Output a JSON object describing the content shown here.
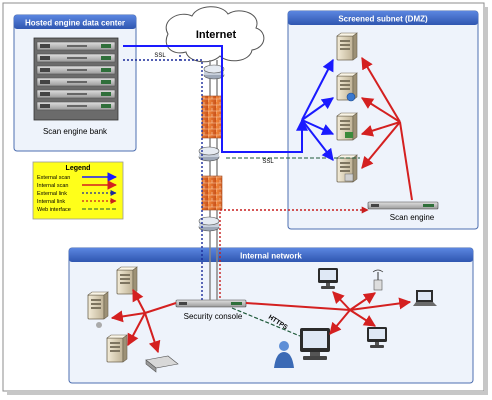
{
  "colors": {
    "zone_header_fill": "#3b67c9",
    "zone_body_fill": "#eef3fb",
    "zone_border": "#4e6fb0",
    "external_scan": "#1a1aff",
    "internal_scan": "#d42020",
    "external_link": "#1a2a9a",
    "internal_link": "#c81e1e",
    "web_interface": "#1f5a3a",
    "legend_bg": "#ffff1a",
    "firewall": "#e56f2a"
  },
  "zones": {
    "datacenter": {
      "title": "Hosted engine data center",
      "caption": "Scan engine bank"
    },
    "dmz": {
      "title": "Screened subnet (DMZ)",
      "caption": "Scan engine"
    },
    "internal": {
      "title": "Internal network",
      "caption": "Security console"
    }
  },
  "cloud": {
    "label": "Internet"
  },
  "links": {
    "ssl_top": "SSL",
    "ssl_mid": "SSL",
    "https": "HTTPS"
  },
  "legend": {
    "title": "Legend",
    "items": [
      {
        "label": "External scan",
        "style": "external_scan"
      },
      {
        "label": "Internal scan",
        "style": "internal_scan"
      },
      {
        "label": "External link",
        "style": "external_link"
      },
      {
        "label": "Internal link",
        "style": "internal_link"
      },
      {
        "label": "Web interface",
        "style": "web_interface"
      }
    ]
  },
  "icons": {
    "server": "server-icon",
    "workstation": "workstation-icon",
    "laptop": "laptop-icon",
    "wireless": "wireless-access-point-icon",
    "switch": "network-switch-icon",
    "router": "router-icon",
    "firewall": "firewall-icon",
    "user": "user-icon",
    "appliance": "appliance-icon"
  }
}
